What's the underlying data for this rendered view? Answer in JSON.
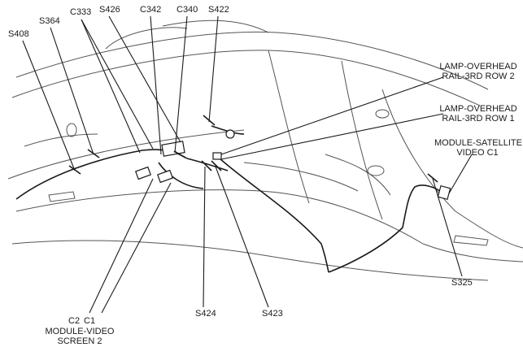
{
  "diagram": {
    "ink_color": "#1a1a1a",
    "line_color": "#555555",
    "background": "#ffffff",
    "labels": {
      "s408": "S408",
      "s364": "S364",
      "c333": "C333",
      "s426": "S426",
      "c342": "C342",
      "c340": "C340",
      "s422": "S422",
      "lamp_row2_line1": "LAMP-OVERHEAD",
      "lamp_row2_line2": "RAIL-3RD ROW 2",
      "lamp_row1_line1": "LAMP-OVERHEAD",
      "lamp_row1_line2": "RAIL-3RD ROW 1",
      "satellite_line1": "MODULE-SATELLITE",
      "satellite_line2": "VIDEO C1",
      "s325": "S325",
      "c2": "C2",
      "c1": "C1",
      "video_screen_line1": "MODULE-VIDEO",
      "video_screen_line2": "SCREEN 2",
      "s424": "S424",
      "s423": "S423"
    }
  }
}
